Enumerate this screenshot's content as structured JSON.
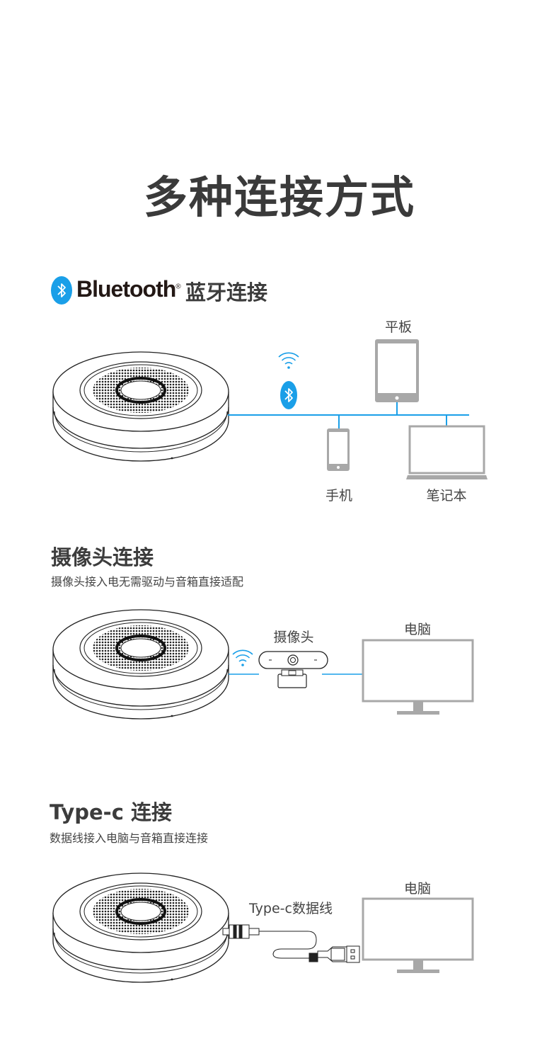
{
  "page_title": "多种连接方式",
  "bluetooth_section": {
    "brand": "Bluetooth",
    "registered_mark": "®",
    "title": "蓝牙连接",
    "devices": {
      "tablet": "平板",
      "phone": "手机",
      "laptop": "笔记本"
    }
  },
  "camera_section": {
    "title": "摄像头连接",
    "subtitle": "摄像头接入电无需驱动与音箱直接适配",
    "camera_label": "摄像头",
    "computer_label": "电脑"
  },
  "typec_section": {
    "title": "Type-c 连接",
    "subtitle": "数据线接入电脑与音箱直接连接",
    "cable_label": "Type-c数据线",
    "computer_label": "电脑"
  },
  "colors": {
    "accent": "#1a9fe8",
    "text": "#3c3c3c",
    "device_gray": "#a8a8a8"
  }
}
